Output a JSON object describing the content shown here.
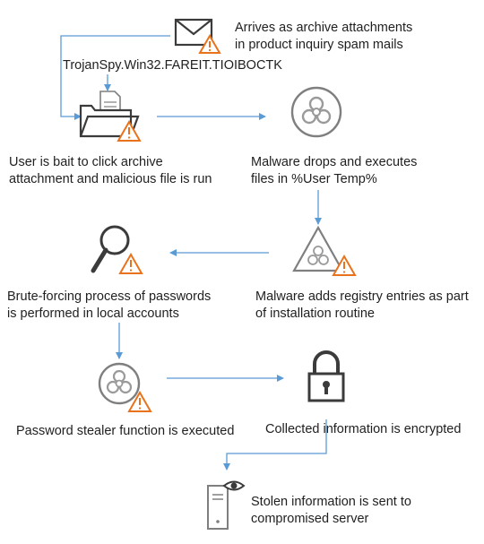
{
  "malware_name": "TrojanSpy.Win32.FAREIT.TIOIBOCTK",
  "steps": {
    "arrival": "Arrives as archive attachments\nin product inquiry spam mails",
    "user_click": "User is bait to click archive\nattachment and malicious file is run",
    "drops": "Malware drops and executes\nfiles in %User Temp%",
    "registry": "Malware adds registry entries as part\nof installation routine",
    "brute_force": "Brute-forcing process of passwords\nis performed in local accounts",
    "stealer": "Password stealer function is executed",
    "encrypted": "Collected information is encrypted",
    "sent": "Stolen information is sent to\ncompromised server"
  },
  "icons": {
    "arrival": "envelope-warning-icon",
    "user_click": "folder-file-warning-icon",
    "drops": "biohazard-circle-icon",
    "registry": "biohazard-triangle-warning-icon",
    "brute_force": "magnifier-warning-icon",
    "stealer": "biohazard-circle-warning-icon",
    "encrypted": "padlock-icon",
    "sent": "server-eye-icon"
  },
  "colors": {
    "arrow": "#5b9bd5",
    "warning_fill": "#ffffff",
    "warning_stroke": "#e8731c",
    "icon_gray": "#7f7f7f",
    "icon_dark": "#3b3b3b"
  }
}
